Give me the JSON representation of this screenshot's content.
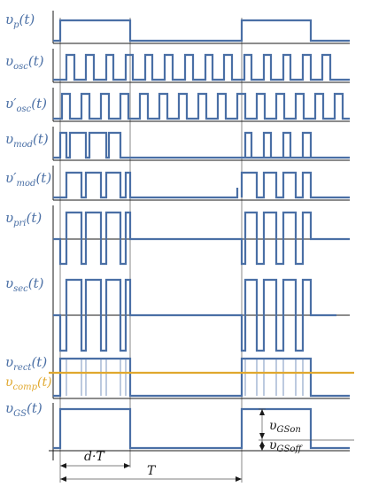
{
  "signals": {
    "vp": {
      "base": "υ",
      "sub": "p",
      "arg": "(t)"
    },
    "vosc": {
      "base": "υ",
      "sub": "osc",
      "arg": "(t)"
    },
    "vosc2": {
      "base": "υ′",
      "sub": "osc",
      "arg": "(t)"
    },
    "vmod": {
      "base": "υ",
      "sub": "mod",
      "arg": "(t)"
    },
    "vmod2": {
      "base": "υ′",
      "sub": "mod",
      "arg": "(t)"
    },
    "vpri": {
      "base": "υ",
      "sub": "pri",
      "arg": "(t)"
    },
    "vsec": {
      "base": "υ",
      "sub": "sec",
      "arg": "(t)"
    },
    "vrect": {
      "base": "υ",
      "sub": "rect",
      "arg": "(t)"
    },
    "vcomp": {
      "base": "υ",
      "sub": "comp",
      "arg": "(t)"
    },
    "vgs": {
      "base": "υ",
      "sub": "GS",
      "arg": "(t)"
    }
  },
  "annotations": {
    "vgs_on": {
      "base": "υ",
      "sub": "GSon"
    },
    "vgs_off": {
      "base": "υ",
      "sub": "GSoff"
    },
    "duty": "d·T",
    "period": "T"
  },
  "colors": {
    "waveform": "#4a6fa5",
    "comparator": "#e0a82e",
    "axis": "#1a1a1a"
  }
}
